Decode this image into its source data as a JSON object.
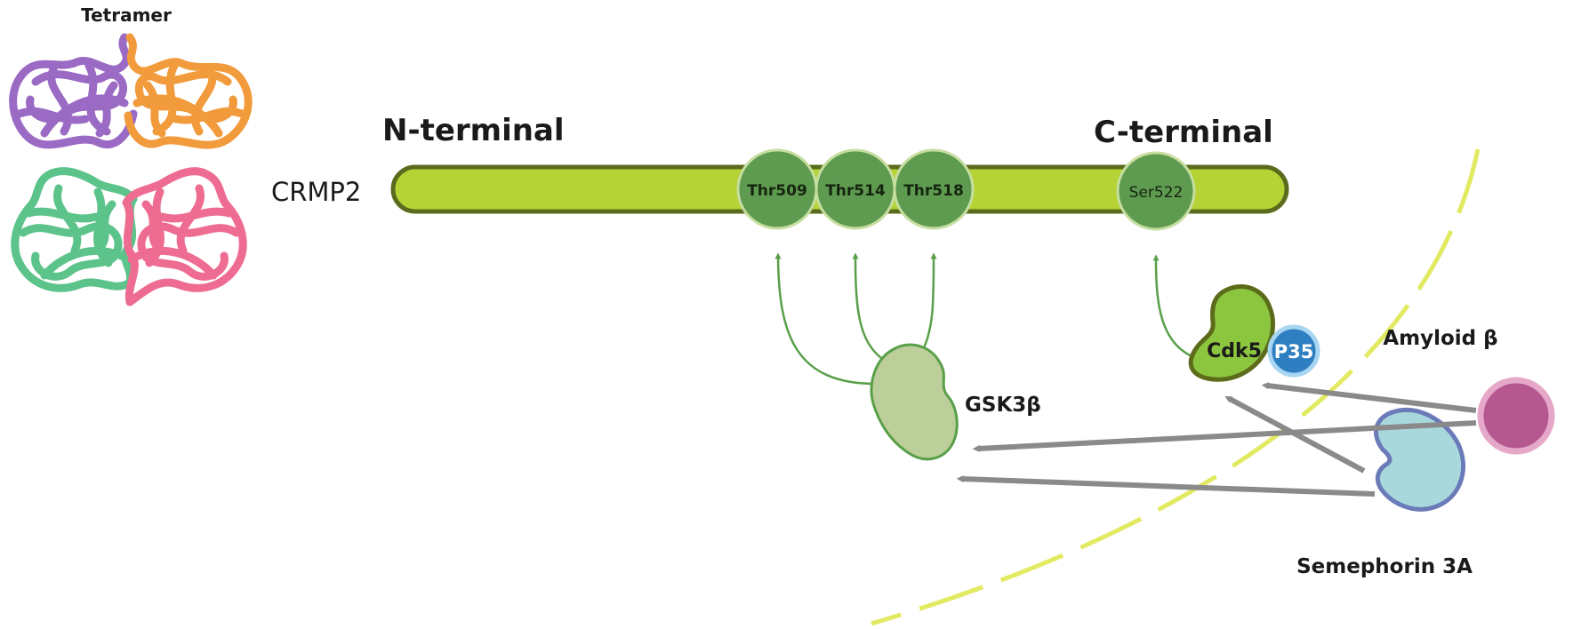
{
  "labels": {
    "tetramer": "Tetramer",
    "n_terminal": "N-terminal",
    "c_terminal": "C-terminal",
    "crmp2": "CRMP2",
    "gsk3b": "GSK3β",
    "cdk5": "Cdk5",
    "p35": "P35",
    "amyloid": "Amyloid β",
    "semaphorin": "Semephorin 3A"
  },
  "sites": [
    "Thr509",
    "Thr514",
    "Thr518",
    "Ser522"
  ],
  "colors": {
    "protein_bar": "#b5d334",
    "protein_bar_border": "#5b6b1e",
    "site_fill": "#5e9a4f",
    "site_border": "#c6dea0",
    "green_arrow": "#5aa04a",
    "gsk3b_fill": "#bccf9a",
    "gsk3b_border": "#5aa04a",
    "cdk5_fill": "#8cc63f",
    "cdk5_border": "#5c6b1a",
    "p35_fill": "#2e7fc1",
    "p35_ring": "#a8d6f2",
    "amyloid_fill": "#b5588f",
    "amyloid_ring": "#e6a8c9",
    "semaphorin_fill": "#a8d8dc",
    "semaphorin_border": "#6b7ab8",
    "gray_arrow": "#8a8a8a",
    "membrane_dash": "#e2ea62",
    "subunit_purple": "#9b6ac4",
    "subunit_orange": "#f29b3d",
    "subunit_green": "#5cc48a",
    "subunit_pink": "#ee6c92"
  }
}
